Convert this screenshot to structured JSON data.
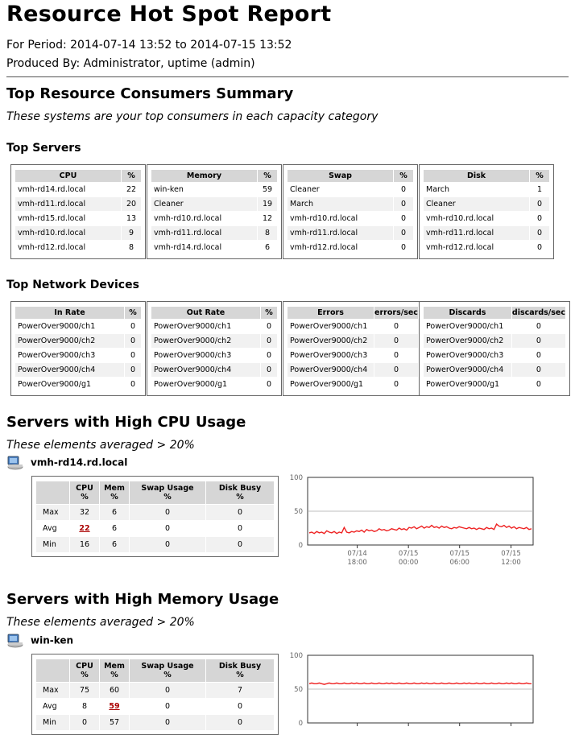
{
  "report": {
    "title": "Resource Hot Spot Report",
    "period": "For Period: 2014-07-14 13:52 to 2014-07-15 13:52",
    "produced_by": "Produced By: Administrator, uptime (admin)"
  },
  "summary": {
    "heading": "Top Resource Consumers Summary",
    "subtitle": "These systems are your top consumers in each capacity category"
  },
  "top_servers": {
    "heading": "Top Servers",
    "tables": [
      {
        "col": "CPU",
        "unit": "%",
        "rows": [
          [
            "vmh-rd14.rd.local",
            "22"
          ],
          [
            "vmh-rd11.rd.local",
            "20"
          ],
          [
            "vmh-rd15.rd.local",
            "13"
          ],
          [
            "vmh-rd10.rd.local",
            "9"
          ],
          [
            "vmh-rd12.rd.local",
            "8"
          ]
        ]
      },
      {
        "col": "Memory",
        "unit": "%",
        "rows": [
          [
            "win-ken",
            "59"
          ],
          [
            "Cleaner",
            "19"
          ],
          [
            "vmh-rd10.rd.local",
            "12"
          ],
          [
            "vmh-rd11.rd.local",
            "8"
          ],
          [
            "vmh-rd14.rd.local",
            "6"
          ]
        ]
      },
      {
        "col": "Swap",
        "unit": "%",
        "rows": [
          [
            "Cleaner",
            "0"
          ],
          [
            "March",
            "0"
          ],
          [
            "vmh-rd10.rd.local",
            "0"
          ],
          [
            "vmh-rd11.rd.local",
            "0"
          ],
          [
            "vmh-rd12.rd.local",
            "0"
          ]
        ]
      },
      {
        "col": "Disk",
        "unit": "%",
        "rows": [
          [
            "March",
            "1"
          ],
          [
            "Cleaner",
            "0"
          ],
          [
            "vmh-rd10.rd.local",
            "0"
          ],
          [
            "vmh-rd11.rd.local",
            "0"
          ],
          [
            "vmh-rd12.rd.local",
            "0"
          ]
        ]
      }
    ]
  },
  "top_network": {
    "heading": "Top Network Devices",
    "tables": [
      {
        "col": "In Rate",
        "unit": "%",
        "rows": [
          [
            "PowerOver9000/ch1",
            "0"
          ],
          [
            "PowerOver9000/ch2",
            "0"
          ],
          [
            "PowerOver9000/ch3",
            "0"
          ],
          [
            "PowerOver9000/ch4",
            "0"
          ],
          [
            "PowerOver9000/g1",
            "0"
          ]
        ]
      },
      {
        "col": "Out Rate",
        "unit": "%",
        "rows": [
          [
            "PowerOver9000/ch1",
            "0"
          ],
          [
            "PowerOver9000/ch2",
            "0"
          ],
          [
            "PowerOver9000/ch3",
            "0"
          ],
          [
            "PowerOver9000/ch4",
            "0"
          ],
          [
            "PowerOver9000/g1",
            "0"
          ]
        ]
      },
      {
        "col": "Errors",
        "unit": "errors/sec",
        "rows": [
          [
            "PowerOver9000/ch1",
            "0"
          ],
          [
            "PowerOver9000/ch2",
            "0"
          ],
          [
            "PowerOver9000/ch3",
            "0"
          ],
          [
            "PowerOver9000/ch4",
            "0"
          ],
          [
            "PowerOver9000/g1",
            "0"
          ]
        ]
      },
      {
        "col": "Discards",
        "unit": "discards/sec",
        "rows": [
          [
            "PowerOver9000/ch1",
            "0"
          ],
          [
            "PowerOver9000/ch2",
            "0"
          ],
          [
            "PowerOver9000/ch3",
            "0"
          ],
          [
            "PowerOver9000/ch4",
            "0"
          ],
          [
            "PowerOver9000/g1",
            "0"
          ]
        ]
      }
    ]
  },
  "cpu_section": {
    "heading": "Servers with High CPU Usage",
    "subtitle": "These elements averaged > 20%",
    "server": "vmh-rd14.rd.local",
    "headers": [
      [
        "CPU",
        "%"
      ],
      [
        "Mem",
        "%"
      ],
      [
        "Swap Usage",
        "%"
      ],
      [
        "Disk Busy",
        "%"
      ]
    ],
    "rows": [
      {
        "label": "Max",
        "vals": [
          "32",
          "6",
          "0",
          "0"
        ]
      },
      {
        "label": "Avg",
        "vals": [
          "22",
          "6",
          "0",
          "0"
        ]
      },
      {
        "label": "Min",
        "vals": [
          "16",
          "6",
          "0",
          "0"
        ]
      }
    ],
    "highlight_col": 0
  },
  "mem_section": {
    "heading": "Servers with High Memory Usage",
    "subtitle": "These elements averaged > 20%",
    "server": "win-ken",
    "headers": [
      [
        "CPU",
        "%"
      ],
      [
        "Mem",
        "%"
      ],
      [
        "Swap Usage",
        "%"
      ],
      [
        "Disk Busy",
        "%"
      ]
    ],
    "rows": [
      {
        "label": "Max",
        "vals": [
          "75",
          "60",
          "0",
          "7"
        ]
      },
      {
        "label": "Avg",
        "vals": [
          "8",
          "59",
          "0",
          "0"
        ]
      },
      {
        "label": "Min",
        "vals": [
          "0",
          "57",
          "0",
          "0"
        ]
      }
    ],
    "highlight_col": 1
  },
  "chart_data": [
    {
      "type": "line",
      "ylim": [
        0,
        100
      ],
      "yticks": [
        "100",
        "50",
        "0"
      ],
      "xticks": [
        [
          "07/14",
          "18:00"
        ],
        [
          "07/15",
          "00:00"
        ],
        [
          "07/15",
          "06:00"
        ],
        [
          "07/15",
          "12:00"
        ]
      ],
      "reference_line": 50,
      "series_color": "#ee2222",
      "values": [
        18,
        19,
        17,
        20,
        18,
        19,
        17,
        21,
        19,
        18,
        20,
        17,
        19,
        18,
        26,
        19,
        18,
        20,
        19,
        21,
        20,
        22,
        19,
        23,
        21,
        22,
        20,
        21,
        24,
        22,
        23,
        21,
        22,
        24,
        23,
        22,
        25,
        23,
        24,
        22,
        26,
        25,
        27,
        24,
        26,
        28,
        25,
        27,
        26,
        29,
        26,
        27,
        25,
        28,
        26,
        27,
        25,
        24,
        26,
        25,
        27,
        26,
        25,
        24,
        26,
        24,
        25,
        23,
        25,
        24,
        23,
        26,
        24,
        25,
        23,
        31,
        28,
        27,
        29,
        26,
        28,
        25,
        27,
        24,
        26,
        25,
        24,
        26,
        23,
        24
      ]
    },
    {
      "type": "line",
      "ylim": [
        0,
        100
      ],
      "yticks": [
        "100",
        "50",
        "0"
      ],
      "reference_line": 50,
      "series_color": "#ee2222",
      "values": [
        58,
        59,
        58,
        58,
        59,
        58,
        57,
        58,
        59,
        58,
        58,
        59,
        58,
        58,
        59,
        58,
        58,
        59,
        58,
        59,
        58,
        58,
        59,
        58,
        58,
        59,
        58,
        58,
        59,
        58,
        58,
        59,
        58,
        59,
        58,
        58,
        59,
        58,
        58,
        59,
        58,
        58,
        59,
        58,
        58,
        59,
        58,
        59,
        58,
        58,
        59,
        58,
        58,
        59,
        58,
        58,
        59,
        58,
        58,
        59,
        58,
        58,
        59,
        58,
        59,
        58,
        58,
        59,
        58,
        58,
        59,
        58,
        58,
        59,
        58,
        58,
        59,
        58,
        58,
        59,
        58,
        59,
        58,
        58,
        59,
        58,
        58,
        59,
        58,
        58
      ]
    }
  ]
}
